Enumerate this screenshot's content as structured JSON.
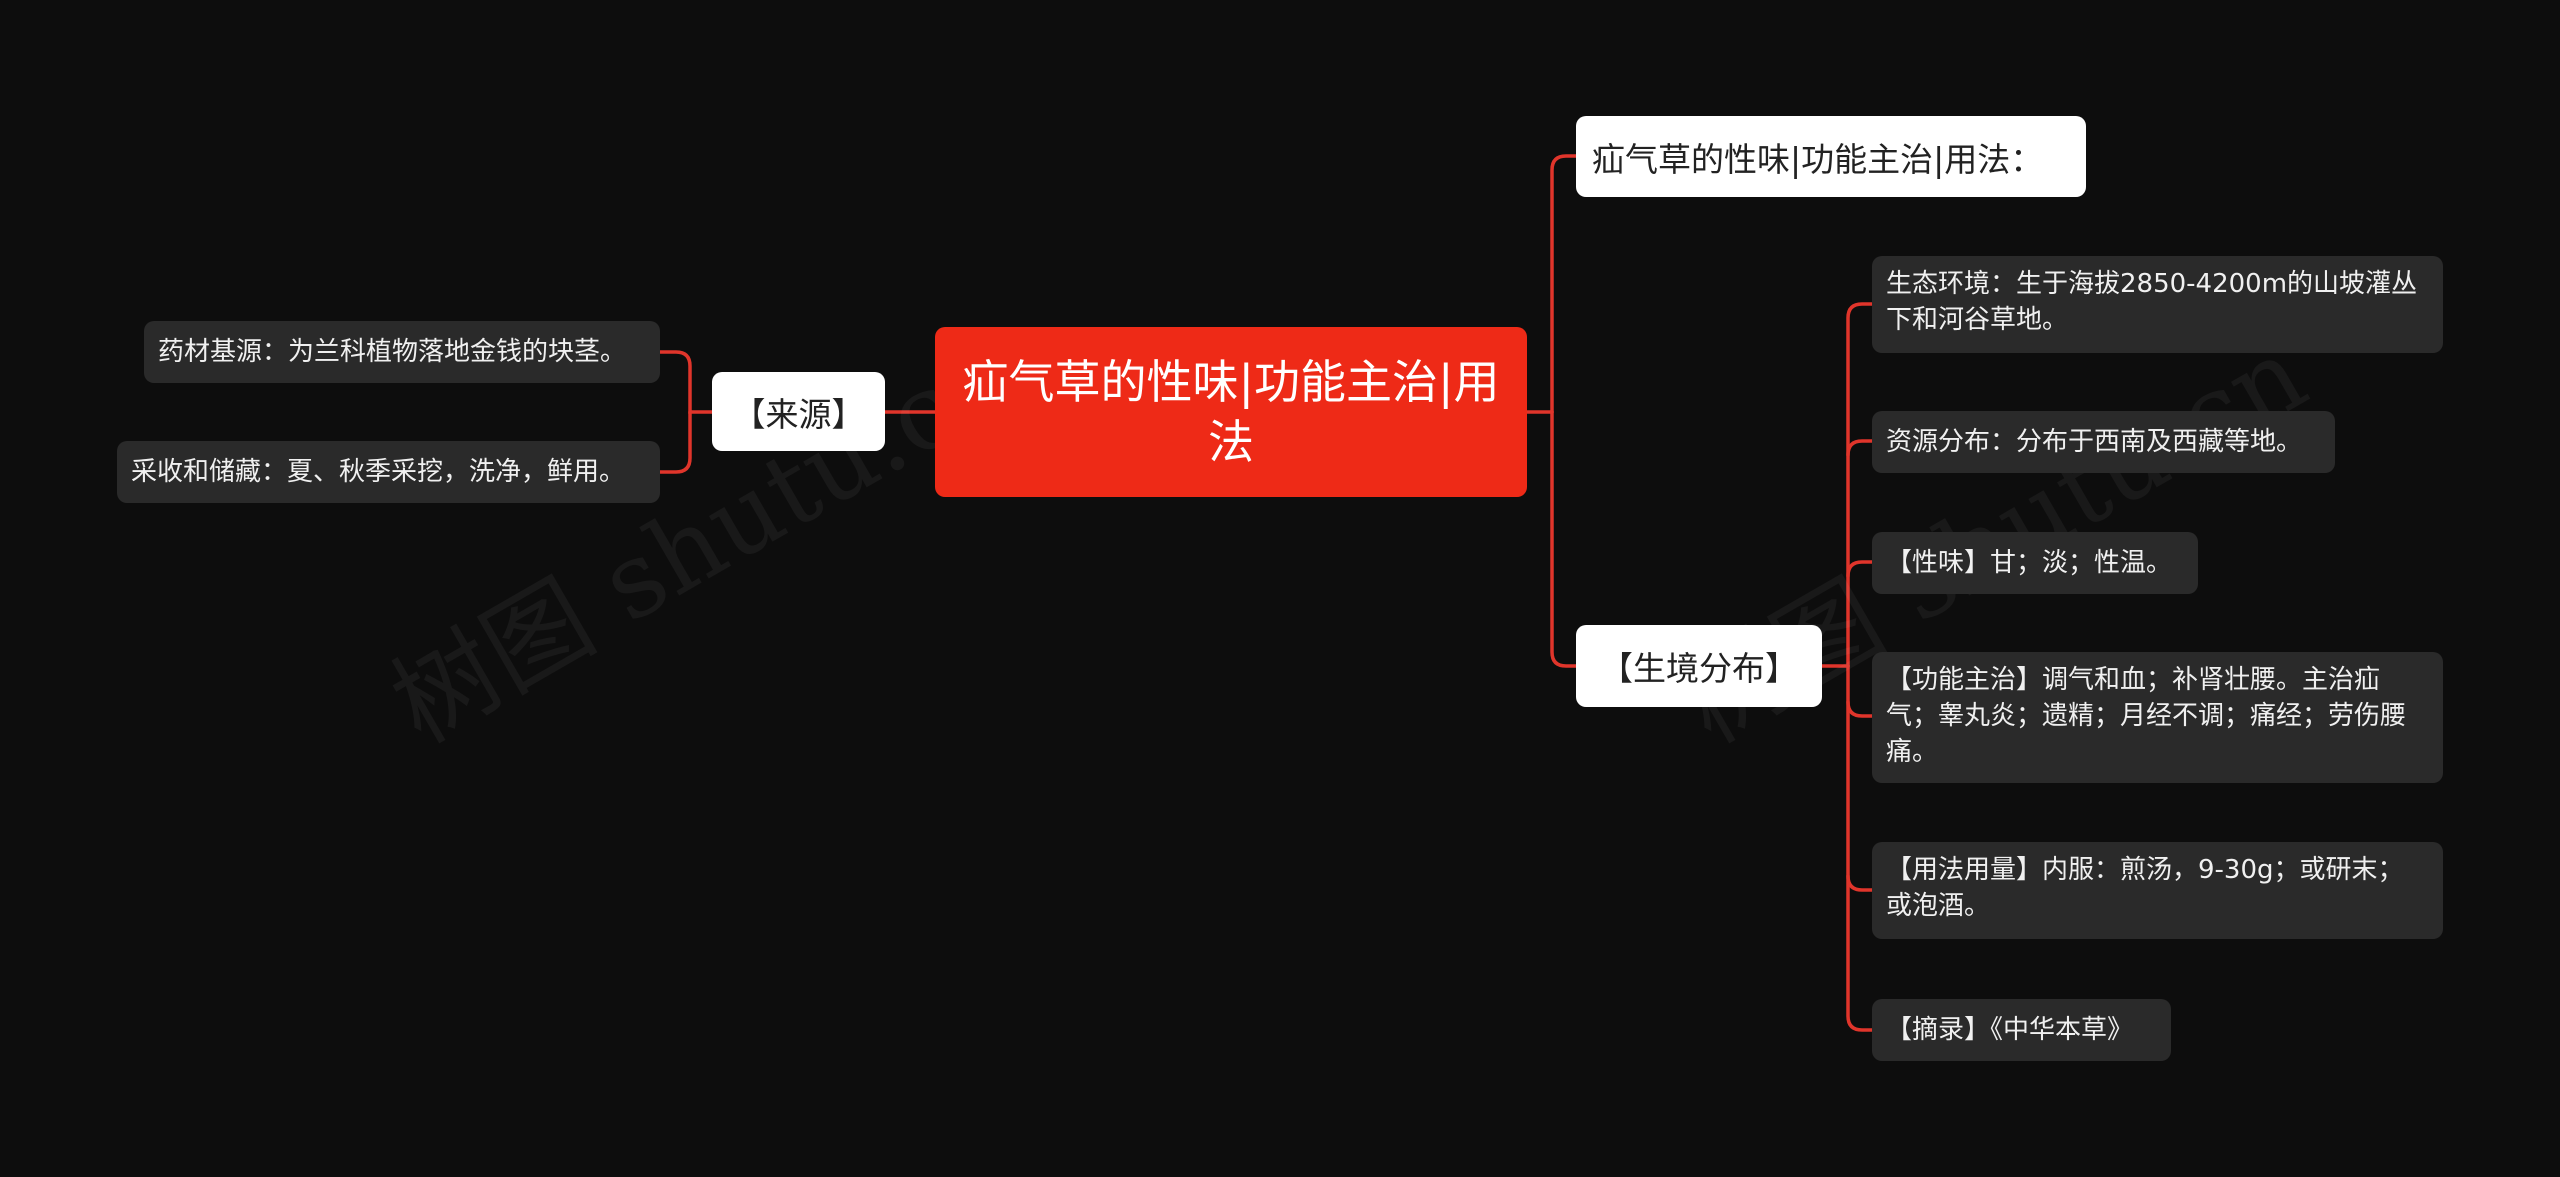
{
  "watermark": {
    "text": "树图 shutu.cn"
  },
  "mindmap": {
    "root": {
      "label": "疝气草的性味|功能主治|用法"
    },
    "left_branch": {
      "label": "【来源】",
      "children": [
        "药材基源：为兰科植物落地金钱的块茎。",
        "采收和储藏：夏、秋季采挖，洗净，鲜用。"
      ]
    },
    "right_branches": [
      {
        "label": "疝气草的性味|功能主治|用法：",
        "children": []
      },
      {
        "label": "【生境分布】",
        "children": [
          "生态环境：生于海拔2850-4200m的山坡灌丛下和河谷草地。",
          "资源分布：分布于西南及西藏等地。",
          "【性味】甘；淡；性温。",
          "【功能主治】调气和血；补肾壮腰。主治疝气；睾丸炎；遗精；月经不调；痛经；劳伤腰痛。",
          "【用法用量】内服：煎汤，9-30g；或研末；或泡酒。",
          "【摘录】《中华本草》"
        ]
      }
    ]
  },
  "colors": {
    "background": "#0d0d0d",
    "connector": "#e0352b",
    "root_fill": "#ee2a17",
    "branch_fill": "#ffffff",
    "leaf_fill": "#2a2a2a"
  }
}
